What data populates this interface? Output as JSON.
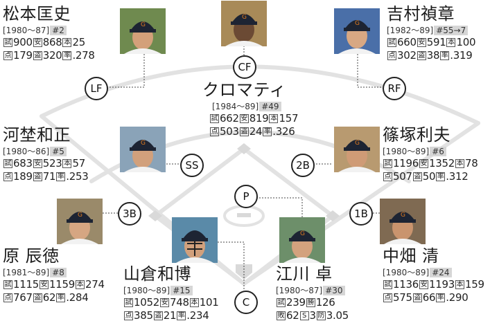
{
  "positions": {
    "LF": "LF",
    "CF": "CF",
    "RF": "RF",
    "SS": "SS",
    "B2": "2B",
    "B3": "3B",
    "B1": "1B",
    "P": "P",
    "C": "C"
  },
  "labels": {
    "g": "試",
    "h": "安",
    "hr": "本",
    "rbi": "点",
    "sb": "盗",
    "avg": "率",
    "w": "勝",
    "l": "敗",
    "s": "S",
    "era": "防"
  },
  "players": {
    "matsumoto": {
      "name": "松本匡史",
      "years": "[1980～87]",
      "number": "#2",
      "g": "900",
      "h": "868",
      "hr": "25",
      "rbi": "179",
      "sb": "320",
      "avg": ".278"
    },
    "cromartie": {
      "name": "クロマティ",
      "years": "[1984～89]",
      "number": "#49",
      "g": "662",
      "h": "819",
      "hr": "157",
      "rbi": "503",
      "sb": "24",
      "avg": ".326"
    },
    "yoshimura": {
      "name": "吉村禎章",
      "years": "[1982～89]",
      "number": "#55→7",
      "g": "660",
      "h": "591",
      "hr": "100",
      "rbi": "302",
      "sb": "38",
      "avg": ".319"
    },
    "kawai": {
      "name": "河埜和正",
      "years": "[1980～86]",
      "number": "#5",
      "g": "683",
      "h": "523",
      "hr": "57",
      "rbi": "189",
      "sb": "71",
      "avg": ".253"
    },
    "shinozuka": {
      "name": "篠塚利夫",
      "years": "[1980～89]",
      "number": "#6",
      "g": "1196",
      "h": "1352",
      "hr": "78",
      "rbi": "507",
      "sb": "50",
      "avg": ".312"
    },
    "hara": {
      "name": "原 辰徳",
      "years": "[1981～89]",
      "number": "#8",
      "g": "1115",
      "h": "1159",
      "hr": "274",
      "rbi": "767",
      "sb": "62",
      "avg": ".284"
    },
    "nakahata": {
      "name": "中畑 清",
      "years": "[1980～89]",
      "number": "#24",
      "g": "1136",
      "h": "1193",
      "hr": "159",
      "rbi": "575",
      "sb": "66",
      "avg": ".290"
    },
    "yamakura": {
      "name": "山倉和博",
      "years": "[1980～89]",
      "number": "#15",
      "g": "1052",
      "h": "748",
      "hr": "101",
      "rbi": "385",
      "sb": "21",
      "avg": ".234"
    },
    "egawa": {
      "name": "江川 卓",
      "years": "[1980～87]",
      "number": "#30",
      "g": "239",
      "w": "126",
      "l": "62",
      "s": "3",
      "era": "3.05"
    }
  }
}
